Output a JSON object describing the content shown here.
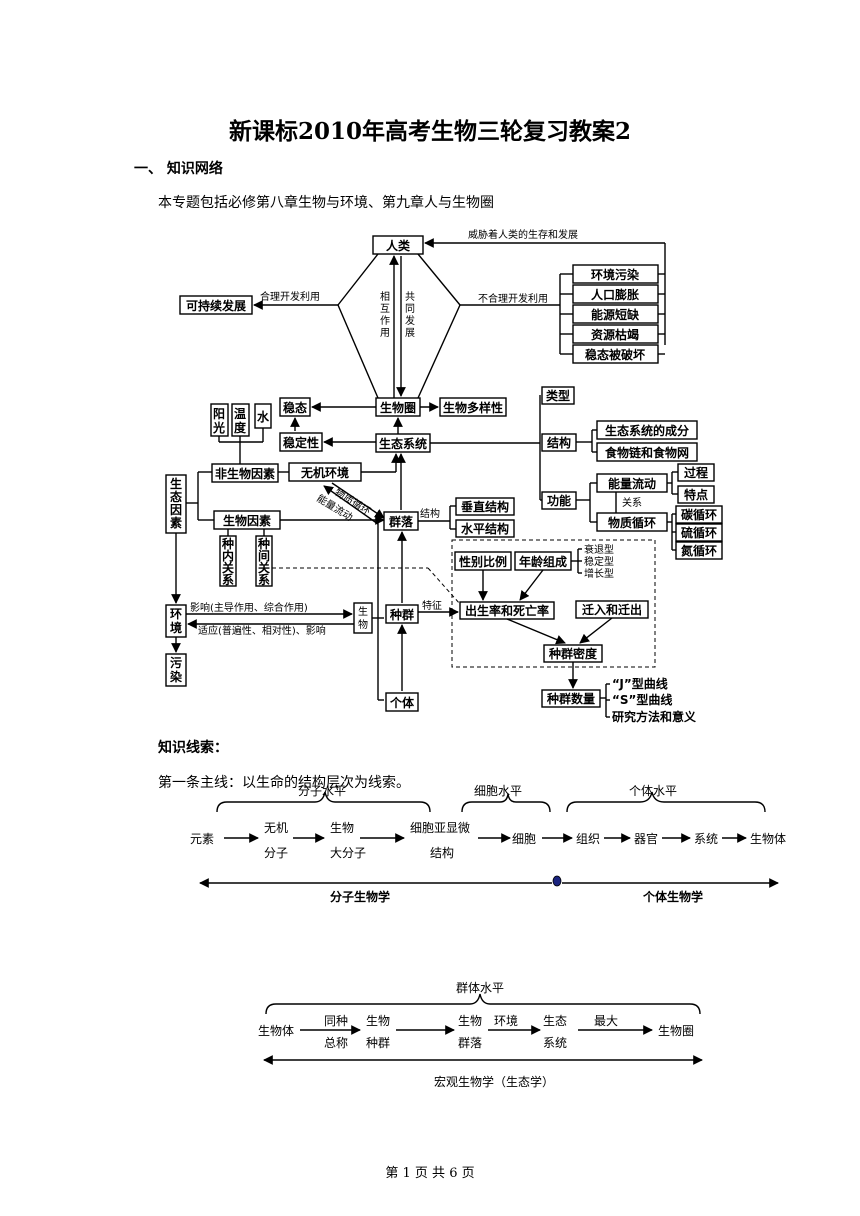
{
  "document": {
    "title": "新课标2010年高考生物三轮复习教案2",
    "section_heading": "一、  知识网络",
    "intro": "本专题包括必修第八章生物与环境、第九章人与生物圈",
    "clue_heading": "知识线索：",
    "mainline_1": "第一条主线：以生命的结构层次为线索。",
    "footer": "第 1 页 共 6 页"
  },
  "network": {
    "human": "人类",
    "threat": "威胁着人类的生存和发展",
    "problems": [
      "环境污染",
      "人口膨胀",
      "能源短缺",
      "资源枯竭",
      "稳态被破坏"
    ],
    "sustainable": "可持续发展",
    "rational_use": "合理开发利用",
    "irrational_use": "不合理开发利用",
    "mutual_1": "相",
    "mutual_2": "互",
    "mutual_3": "作",
    "mutual_4": "用",
    "codev_1": "共",
    "codev_2": "同",
    "codev_3": "发",
    "codev_4": "展",
    "biosphere": "生物圈",
    "biodiversity": "生物多样性",
    "homeostasis": "稳态",
    "stability": "稳定性",
    "ecosystem": "生态系统",
    "sun_1": "阳",
    "sun_2": "光",
    "temp_1": "温",
    "temp_2": "度",
    "water": "水",
    "abiotic_factors": "非生物因素",
    "inorganic_env": "无机环境",
    "material_cycle_label": "物质循环",
    "energy_flow_label": "能量流动",
    "eco_factor_1": "生",
    "eco_factor_2": "态",
    "eco_factor_3": "因",
    "eco_factor_4": "素",
    "biotic_factors": "生物因素",
    "intra_1": "种",
    "intra_2": "内",
    "intra_3": "关",
    "intra_4": "系",
    "inter_1": "种",
    "inter_2": "间",
    "inter_3": "关",
    "inter_4": "系",
    "community": "群落",
    "structure_label": "结构",
    "vertical": "垂直结构",
    "horizontal": "水平结构",
    "type": "类型",
    "structure": "结构",
    "eco_components": "生态系统的成分",
    "food_web": "食物链和食物网",
    "function": "功能",
    "energy_flow": "能量流动",
    "process": "过程",
    "features": "特点",
    "relation": "关系",
    "material_cycle": "物质循环",
    "carbon": "碳循环",
    "sulfur": "硫循环",
    "nitrogen": "氮循环",
    "sex_ratio": "性别比例",
    "age_structure": "年龄组成",
    "declining": "衰退型",
    "stable": "稳定型",
    "growing": "增长型",
    "birth_death": "出生率和死亡率",
    "migration": "迁入和迁出",
    "pop_density": "种群密度",
    "pop_number": "种群数量",
    "j_curve": "“J”型曲线",
    "s_curve": "“S”型曲线",
    "research": "研究方法和意义",
    "env_1": "环",
    "env_2": "境",
    "pollution_1": "污",
    "pollution_2": "染",
    "influence": "影响(主导作用、综合作用)",
    "adapt": "适应(普遍性、相对性)、影响",
    "organism_1": "生",
    "organism_2": "物",
    "population": "种群",
    "characteristics": "特征",
    "individual": "个体"
  },
  "levels1": {
    "molecular_level": "分子水平",
    "cell_level": "细胞水平",
    "individual_level": "个体水平",
    "element": "元素",
    "inorganic_1": "无机",
    "inorganic_2": "分子",
    "macro_1": "生物",
    "macro_2": "大分子",
    "subcell_1": "细胞亚显微",
    "subcell_2": "结构",
    "cell": "细胞",
    "tissue": "组织",
    "organ": "器官",
    "system": "系统",
    "organism": "生物体",
    "molecular_biology": "分子生物学",
    "individual_biology": "个体生物学"
  },
  "levels2": {
    "group_level": "群体水平",
    "organism": "生物体",
    "same_species_1": "同种",
    "same_species_2": "总称",
    "pop_1": "生物",
    "pop_2": "种群",
    "comm_1": "生物",
    "comm_2": "群落",
    "env": "环境",
    "eco_1": "生态",
    "eco_2": "系统",
    "largest": "最大",
    "biosphere": "生物圈",
    "macro_biology": "宏观生物学（生态学）"
  }
}
